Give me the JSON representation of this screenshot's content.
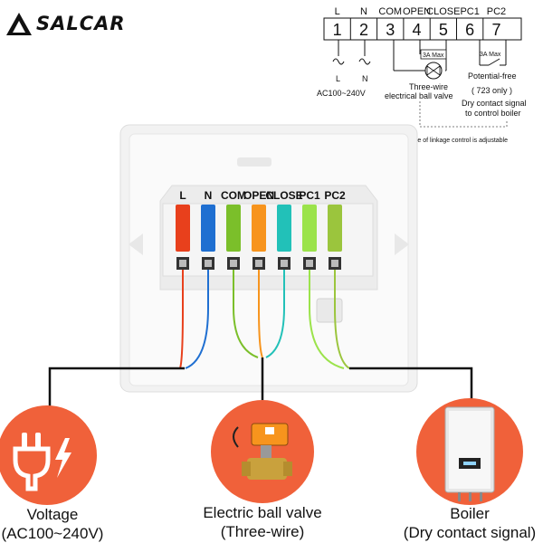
{
  "brand": {
    "name": "SALCAR"
  },
  "terminal_table": {
    "labels": [
      "L",
      "N",
      "COM",
      "OPEN",
      "CLOSE",
      "PC1",
      "PC2"
    ],
    "numbers": [
      "1",
      "2",
      "3",
      "4",
      "5",
      "6",
      "7"
    ]
  },
  "schematic": {
    "l_label": "L",
    "n_label": "N",
    "voltage": "AC100~240V",
    "valve_max": "3A Max",
    "valve_line1": "Three-wire",
    "valve_line2": "electrical ball valve",
    "dry_max": "3A Max",
    "dry_line1": "Potential-free",
    "dry_line2": "( 723 only )",
    "dry_line3": "Dry contact signal",
    "dry_line4": "to control boiler",
    "linkage_note": "Linkage control; delay time of linkage control is adjustable"
  },
  "panel_terminals": {
    "labels": [
      "L",
      "N",
      "COM",
      "OPEN",
      "CLOSE",
      "PC1",
      "PC2"
    ],
    "colors": [
      "#e8401c",
      "#1f6fd1",
      "#7bbf2a",
      "#f7941d",
      "#22c1b8",
      "#9be34b",
      "#9bc53d"
    ]
  },
  "devices": {
    "voltage": {
      "line1": "Voltage",
      "line2": "(AC100~240V)",
      "icon": "power-plug-icon"
    },
    "valve": {
      "line1": "Electric ball valve",
      "line2": "(Three-wire)",
      "icon": "ball-valve-icon"
    },
    "boiler": {
      "line1": "Boiler",
      "line2": "(Dry contact signal)",
      "icon": "boiler-icon"
    }
  },
  "colors": {
    "accent": "#f0613a",
    "wire": "#111111"
  }
}
